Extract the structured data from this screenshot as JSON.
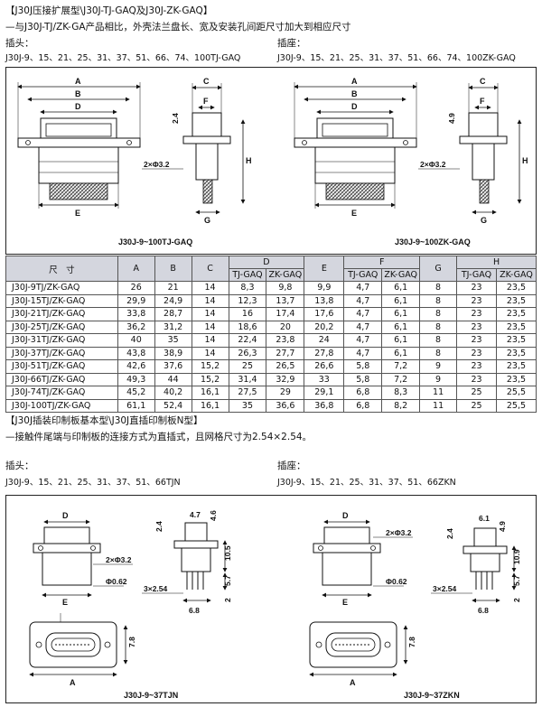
{
  "section1": {
    "title": "【J30J压接扩展型\\J30J-TJ-GAQ及J30J-ZK-GAQ】",
    "desc": "—与J30J-TJ/ZK-GA产品相比，外壳法兰盘长、宽及安装孔间距尺寸加大到相应尺寸",
    "plug_label": "插头：",
    "plug_models": "J30J-9、15、21、25、31、37、51、66、74、100TJ-GAQ",
    "socket_label": "插座：",
    "socket_models": "J30J-9、15、21、25、31、37、51、66、74、100ZK-GAQ",
    "fig_left": {
      "caption": "J30J-9~100TJ-GAQ",
      "A": "A",
      "B": "B",
      "D": "D",
      "E": "E",
      "C": "C",
      "F": "F",
      "G": "G",
      "H": "H",
      "dim_t": "2.4",
      "hole": "2×Φ3.2"
    },
    "fig_right": {
      "caption": "J30J-9~100ZK-GAQ",
      "A": "A",
      "B": "B",
      "D": "D",
      "E": "E",
      "C": "C",
      "F": "F",
      "G": "G",
      "H": "H",
      "dim_t": "4.9",
      "hole": "2×Φ3.2"
    }
  },
  "table": {
    "header": {
      "size": "尺　寸",
      "A": "A",
      "B": "B",
      "C": "C",
      "D": "D",
      "E": "E",
      "F": "F",
      "G": "G",
      "H": "H",
      "tj": "TJ-GAQ",
      "zk": "ZK-GAQ"
    },
    "rows": [
      [
        "J30J-9TJ/ZK-GAQ",
        "26",
        "21",
        "14",
        "8,3",
        "9,8",
        "9,9",
        "4,7",
        "6,1",
        "8",
        "23",
        "23,5"
      ],
      [
        "J30J-15TJ/ZK-GAQ",
        "29,9",
        "24,9",
        "14",
        "12,3",
        "13,7",
        "13,8",
        "4,7",
        "6,1",
        "8",
        "23",
        "23,5"
      ],
      [
        "J30J-21TJ/ZK-GAQ",
        "33,8",
        "28,7",
        "14",
        "16",
        "17,4",
        "17,6",
        "4,7",
        "6,1",
        "8",
        "23",
        "23,5"
      ],
      [
        "J30J-25TJ/ZK-GAQ",
        "36,2",
        "31,2",
        "14",
        "18,6",
        "20",
        "20,2",
        "4,7",
        "6,1",
        "8",
        "23",
        "23,5"
      ],
      [
        "J30J-31TJ/ZK-GAQ",
        "40",
        "35",
        "14",
        "22,4",
        "23,8",
        "24",
        "4,7",
        "6,1",
        "8",
        "23",
        "23,5"
      ],
      [
        "J30J-37TJ/ZK-GAQ",
        "43,8",
        "38,9",
        "14",
        "26,3",
        "27,7",
        "27,8",
        "4,7",
        "6,1",
        "8",
        "23",
        "23,5"
      ],
      [
        "J30J-51TJ/ZK-GAQ",
        "42,6",
        "37,6",
        "15,2",
        "25",
        "26,5",
        "26,6",
        "5,8",
        "7,2",
        "9",
        "23",
        "23,5"
      ],
      [
        "J30J-66TJ/ZK-GAQ",
        "49,3",
        "44",
        "15,2",
        "31,4",
        "32,9",
        "33",
        "5,8",
        "7,2",
        "9",
        "23",
        "23,5"
      ],
      [
        "J30J-74TJ/ZK-GAQ",
        "45,2",
        "40,2",
        "16,1",
        "27,5",
        "29",
        "29,1",
        "6,8",
        "8,3",
        "11",
        "25",
        "25,5"
      ],
      [
        "J30J-100TJ/ZK-GAQ",
        "61,1",
        "52,4",
        "16,1",
        "35",
        "36,6",
        "36,8",
        "6,8",
        "8,2",
        "11",
        "25",
        "25,5"
      ]
    ]
  },
  "section2": {
    "title": "【J30J插装印制板基本型\\J30J直插印制板N型】",
    "desc": "—接触件尾端与印制板的连接方式为直插式，且网格尺寸为2.54×2.54。",
    "plug_label": "插头：",
    "plug_models": "J30J-9、15、21、25、31、37、51、66TJN",
    "socket_label": "插座：",
    "socket_models": "J30J-9、15、21、25、31、37、51、66ZKN",
    "fig_left": {
      "caption": "J30J-9~37TJN",
      "D": "D",
      "E": "E",
      "A": "A",
      "d1": "4.7",
      "d2": "4.6",
      "d3": "2.4",
      "d4": "10.5",
      "d5": "5.7",
      "d6": "2",
      "hole": "2×Φ3.2",
      "pin": "Φ0.62",
      "grid": "3×2.54",
      "w": "6.8",
      "h": "7.8"
    },
    "fig_right": {
      "caption": "J30J-9~37ZKN",
      "D": "D",
      "E": "E",
      "A": "A",
      "d1": "6.1",
      "d2": "4.9",
      "d3": "2.4",
      "d4": "10.9",
      "d5": "5.7",
      "d6": "2",
      "hole": "2×Φ3.2",
      "pin": "Φ0.62",
      "grid": "3×2.54",
      "w": "6.8",
      "h": "7.8"
    }
  }
}
